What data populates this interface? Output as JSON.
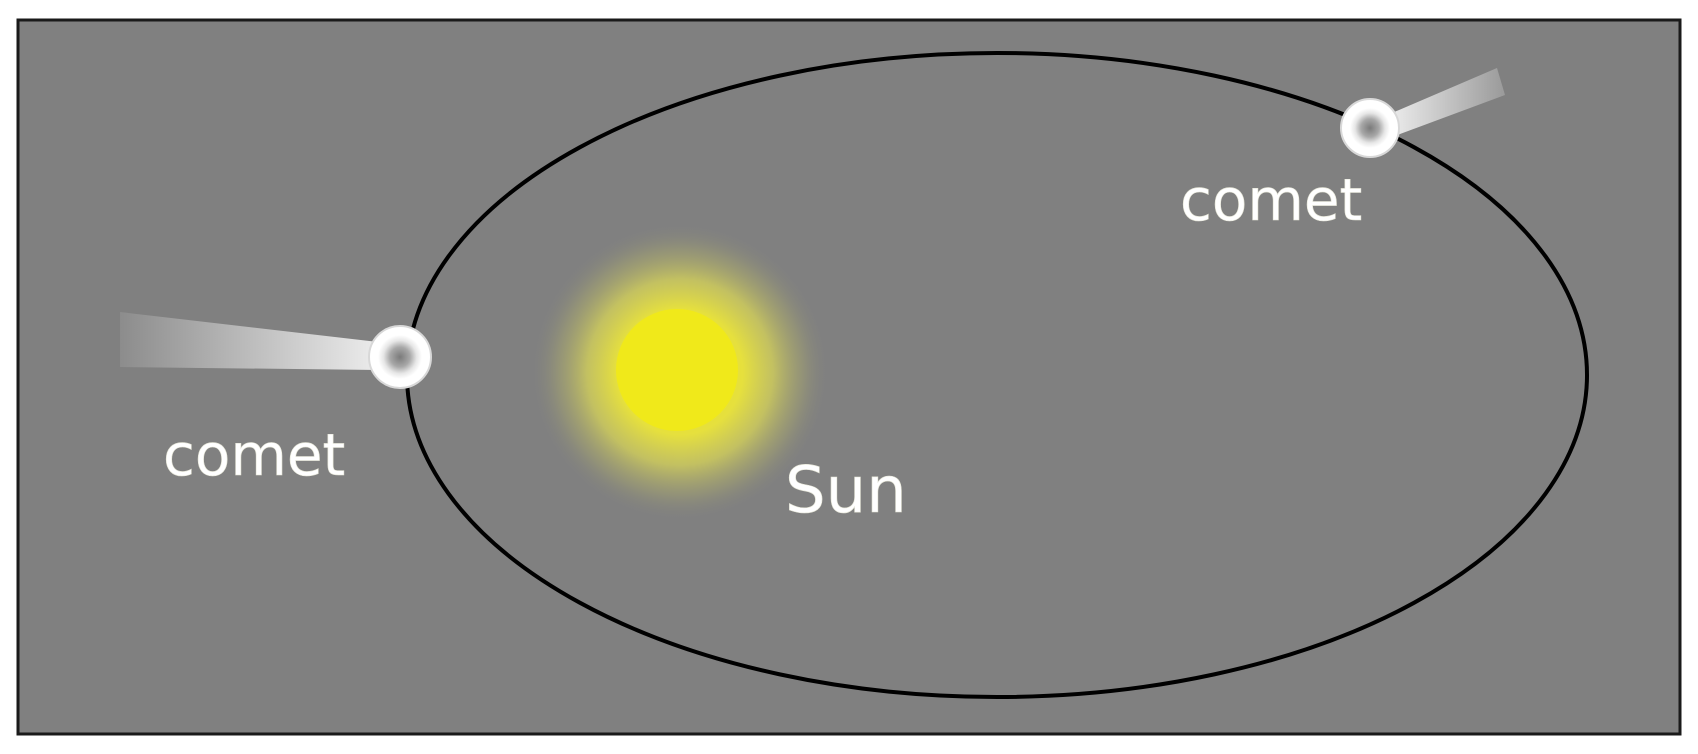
{
  "colors": {
    "background": "#808080",
    "orbit": "#000000",
    "sun": "#f0e91a",
    "sun_glow": "#e8e45a",
    "comet_head": "#ffffff",
    "comet_core": "#8a8a8a",
    "tail": "#dcdcdc",
    "label": "#ffffff"
  },
  "labels": {
    "sun": "Sun",
    "comet_left": "comet",
    "comet_right": "comet"
  }
}
